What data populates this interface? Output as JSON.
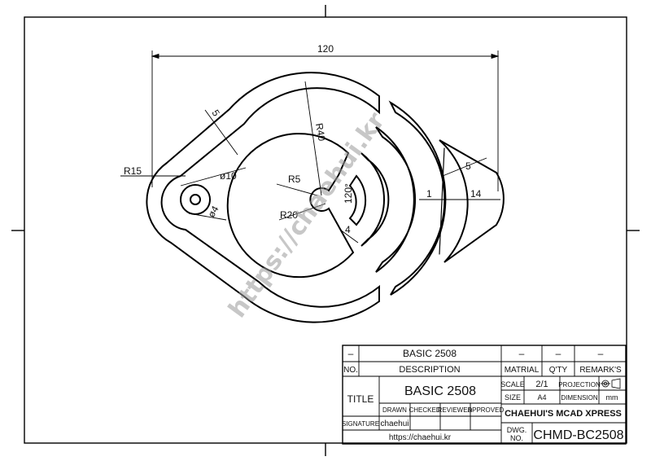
{
  "dimensions": {
    "overall_width": "120",
    "wall": "5",
    "outer_radius": "R40",
    "left_radius": "R15",
    "hole_large": "ø10",
    "hole_small": "ø4",
    "hub_radius": "R20",
    "hub_notch": "R5",
    "gap": "1",
    "ring_depth": "14",
    "ring_thickness": "5",
    "arc_offset": "4",
    "arc_angle": "120°"
  },
  "watermark": "https://chaehui.kr",
  "title_block": {
    "row1": {
      "no": "–",
      "description": "BASIC 2508",
      "material": "–",
      "qty": "–",
      "remarks": "–"
    },
    "header": {
      "no": "NO.",
      "description": "DESCRIPTION",
      "material": "MATRIAL",
      "qty": "Q'TY",
      "remarks": "REMARK'S"
    },
    "title_label": "TITLE",
    "title_value": "BASIC 2508",
    "scale_label": "SCALE",
    "scale_value": "2/1",
    "projection_label": "PROJECTION",
    "size_label": "SIZE",
    "size_value": "A4",
    "dimension_label": "DIMENSION",
    "dimension_value": "mm",
    "company": "CHAEHUI'S MCAD XPRESS",
    "drawn": "DRAWN",
    "checked": "CHECKED",
    "reviewed": "REVIEWED",
    "approved": "APPROVED",
    "signature_label": "SIGNATURE",
    "signature_value": "chaehui",
    "url": "https://chaehui.kr",
    "dwg_label_1": "DWG.",
    "dwg_label_2": "NO.",
    "dwg_no": "CHMD-BC2508"
  }
}
